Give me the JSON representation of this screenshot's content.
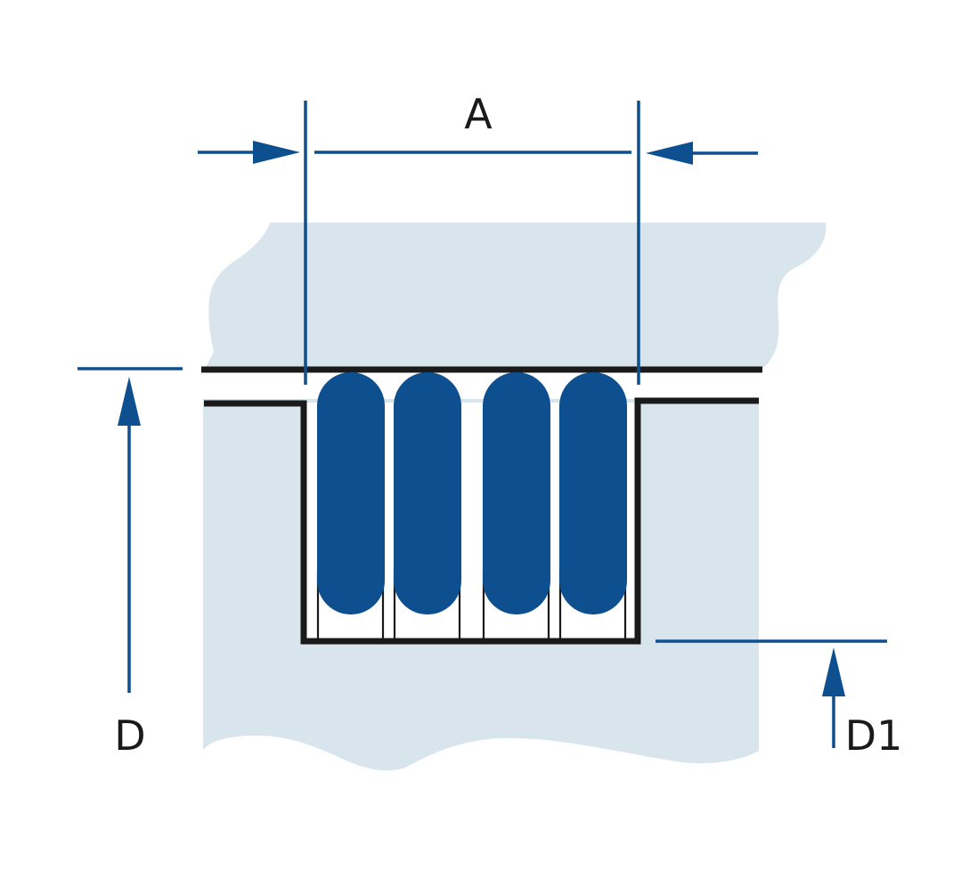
{
  "labels": {
    "width": "A",
    "depth": "D",
    "depth_lower": "D1"
  },
  "colors": {
    "background": "#ffffff",
    "housing": "#d9e5ed",
    "accent": "#0d4f8f",
    "outline": "#1a1a1a",
    "coil_line": "#1a1a1a"
  },
  "coil_count": 4
}
